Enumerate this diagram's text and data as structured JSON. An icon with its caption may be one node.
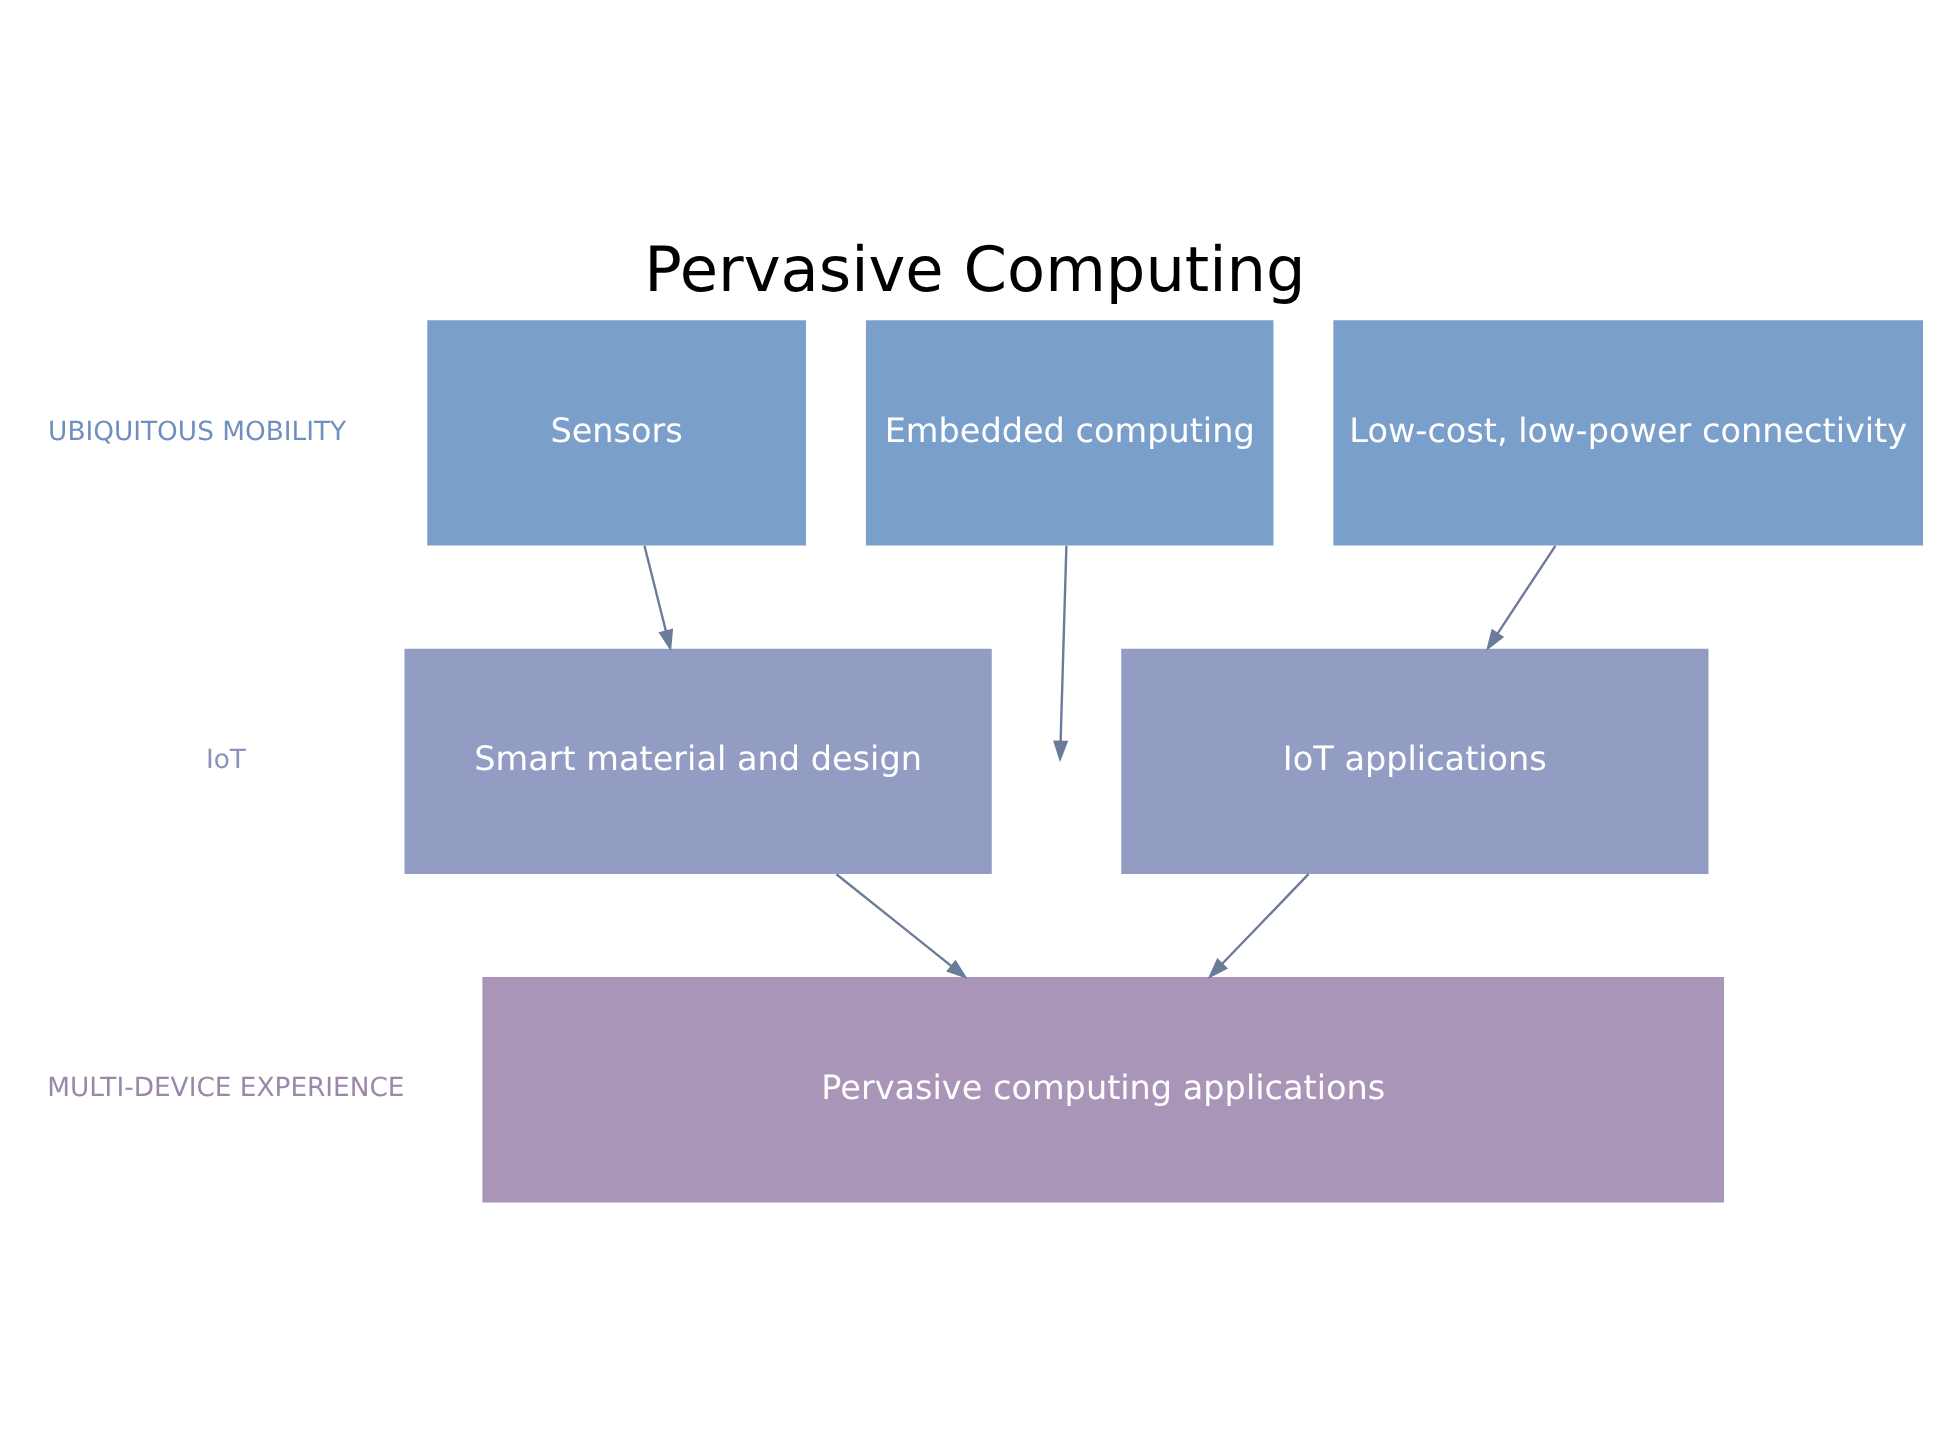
{
  "diagram": {
    "title": "Pervasive Computing",
    "nodes": [
      {
        "text": [
          "Sensors"
        ]
      },
      {
        "text": [
          "Embedded computing"
        ]
      },
      {
        "text": [
          "Low-cost, low-power connectivity"
        ]
      },
      {
        "text": [
          "Smart material and design"
        ]
      },
      {
        "text": [
          "IoT applications"
        ]
      },
      {
        "text": [
          "Pervasive computing applications"
        ]
      }
    ],
    "edges": [
      {
        "from": 0,
        "to": 3,
        "arrow": "to"
      },
      {
        "from": 1,
        "to": null,
        "arrow": "to"
      },
      {
        "from": 2,
        "to": 4,
        "arrow": "to"
      },
      {
        "from": 3,
        "to": 5,
        "arrow": "to"
      },
      {
        "from": 4,
        "to": 5,
        "arrow": "to"
      }
    ],
    "labels": [
      "UBIQUITOUS MOBILITY",
      "IoT",
      "MULTI-DEVICE EXPERIENCE"
    ]
  }
}
